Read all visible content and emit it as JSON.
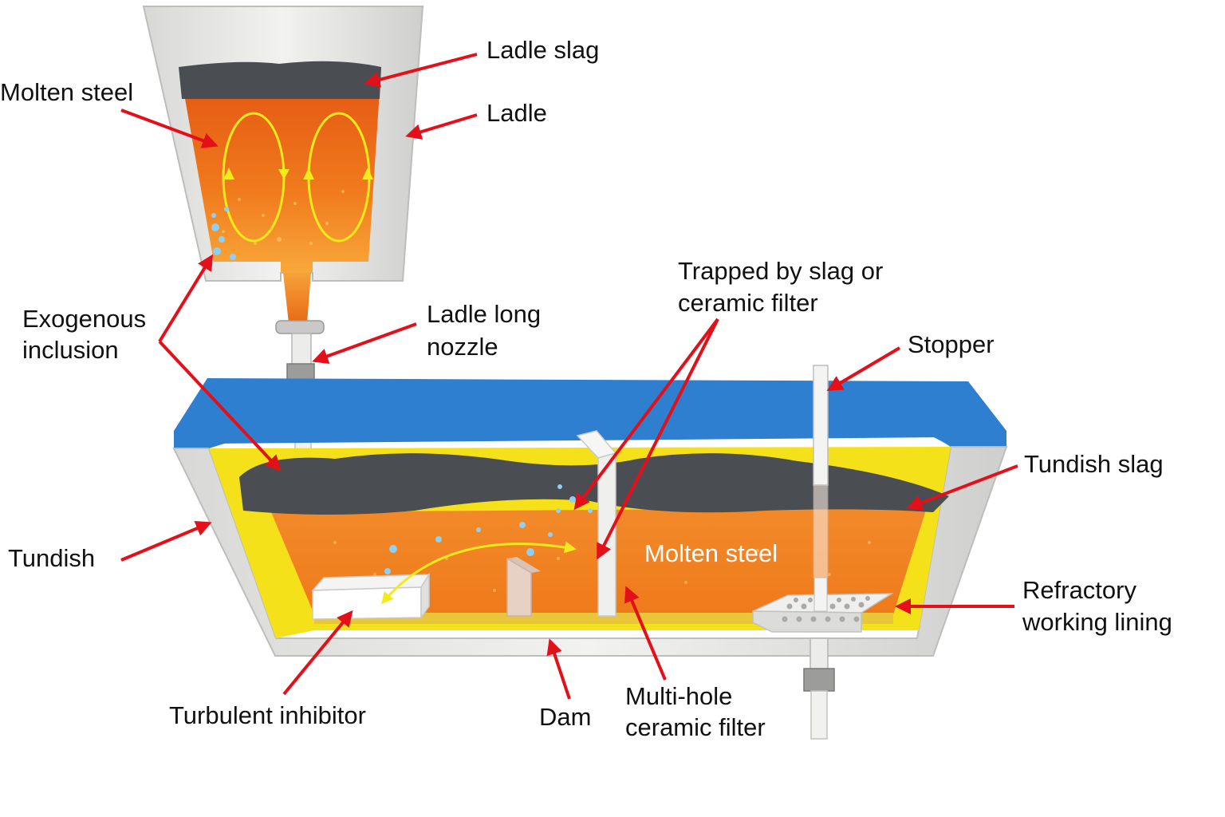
{
  "labels": {
    "ladle_slag": "Ladle slag",
    "molten_steel_ladle": "Molten steel",
    "ladle": "Ladle",
    "exogenous_line1": "Exogenous",
    "exogenous_line2": "inclusion",
    "ladle_long_nozzle_line1": "Ladle long",
    "ladle_long_nozzle_line2": "nozzle",
    "trapped_line1": "Trapped by slag or",
    "trapped_line2": "ceramic filter",
    "stopper": "Stopper",
    "tundish_slag": "Tundish slag",
    "molten_steel_tundish": "Molten steel",
    "tundish": "Tundish",
    "refractory_line1": "Refractory",
    "refractory_line2": "working lining",
    "turbulent_inhibitor": "Turbulent inhibitor",
    "dam": "Dam",
    "filter_line1": "Multi-hole",
    "filter_line2": "ceramic filter"
  },
  "colors": {
    "arrow": "#e3101a",
    "molten_steel": "#f07a1c",
    "slag": "#4a4d52",
    "lining": "#f5e11a",
    "cover": "#2f7fd0",
    "refractory_shell": "#e6e6e4",
    "flow_arrow": "#f3ea1e",
    "bubble": "#8fd0f2"
  }
}
